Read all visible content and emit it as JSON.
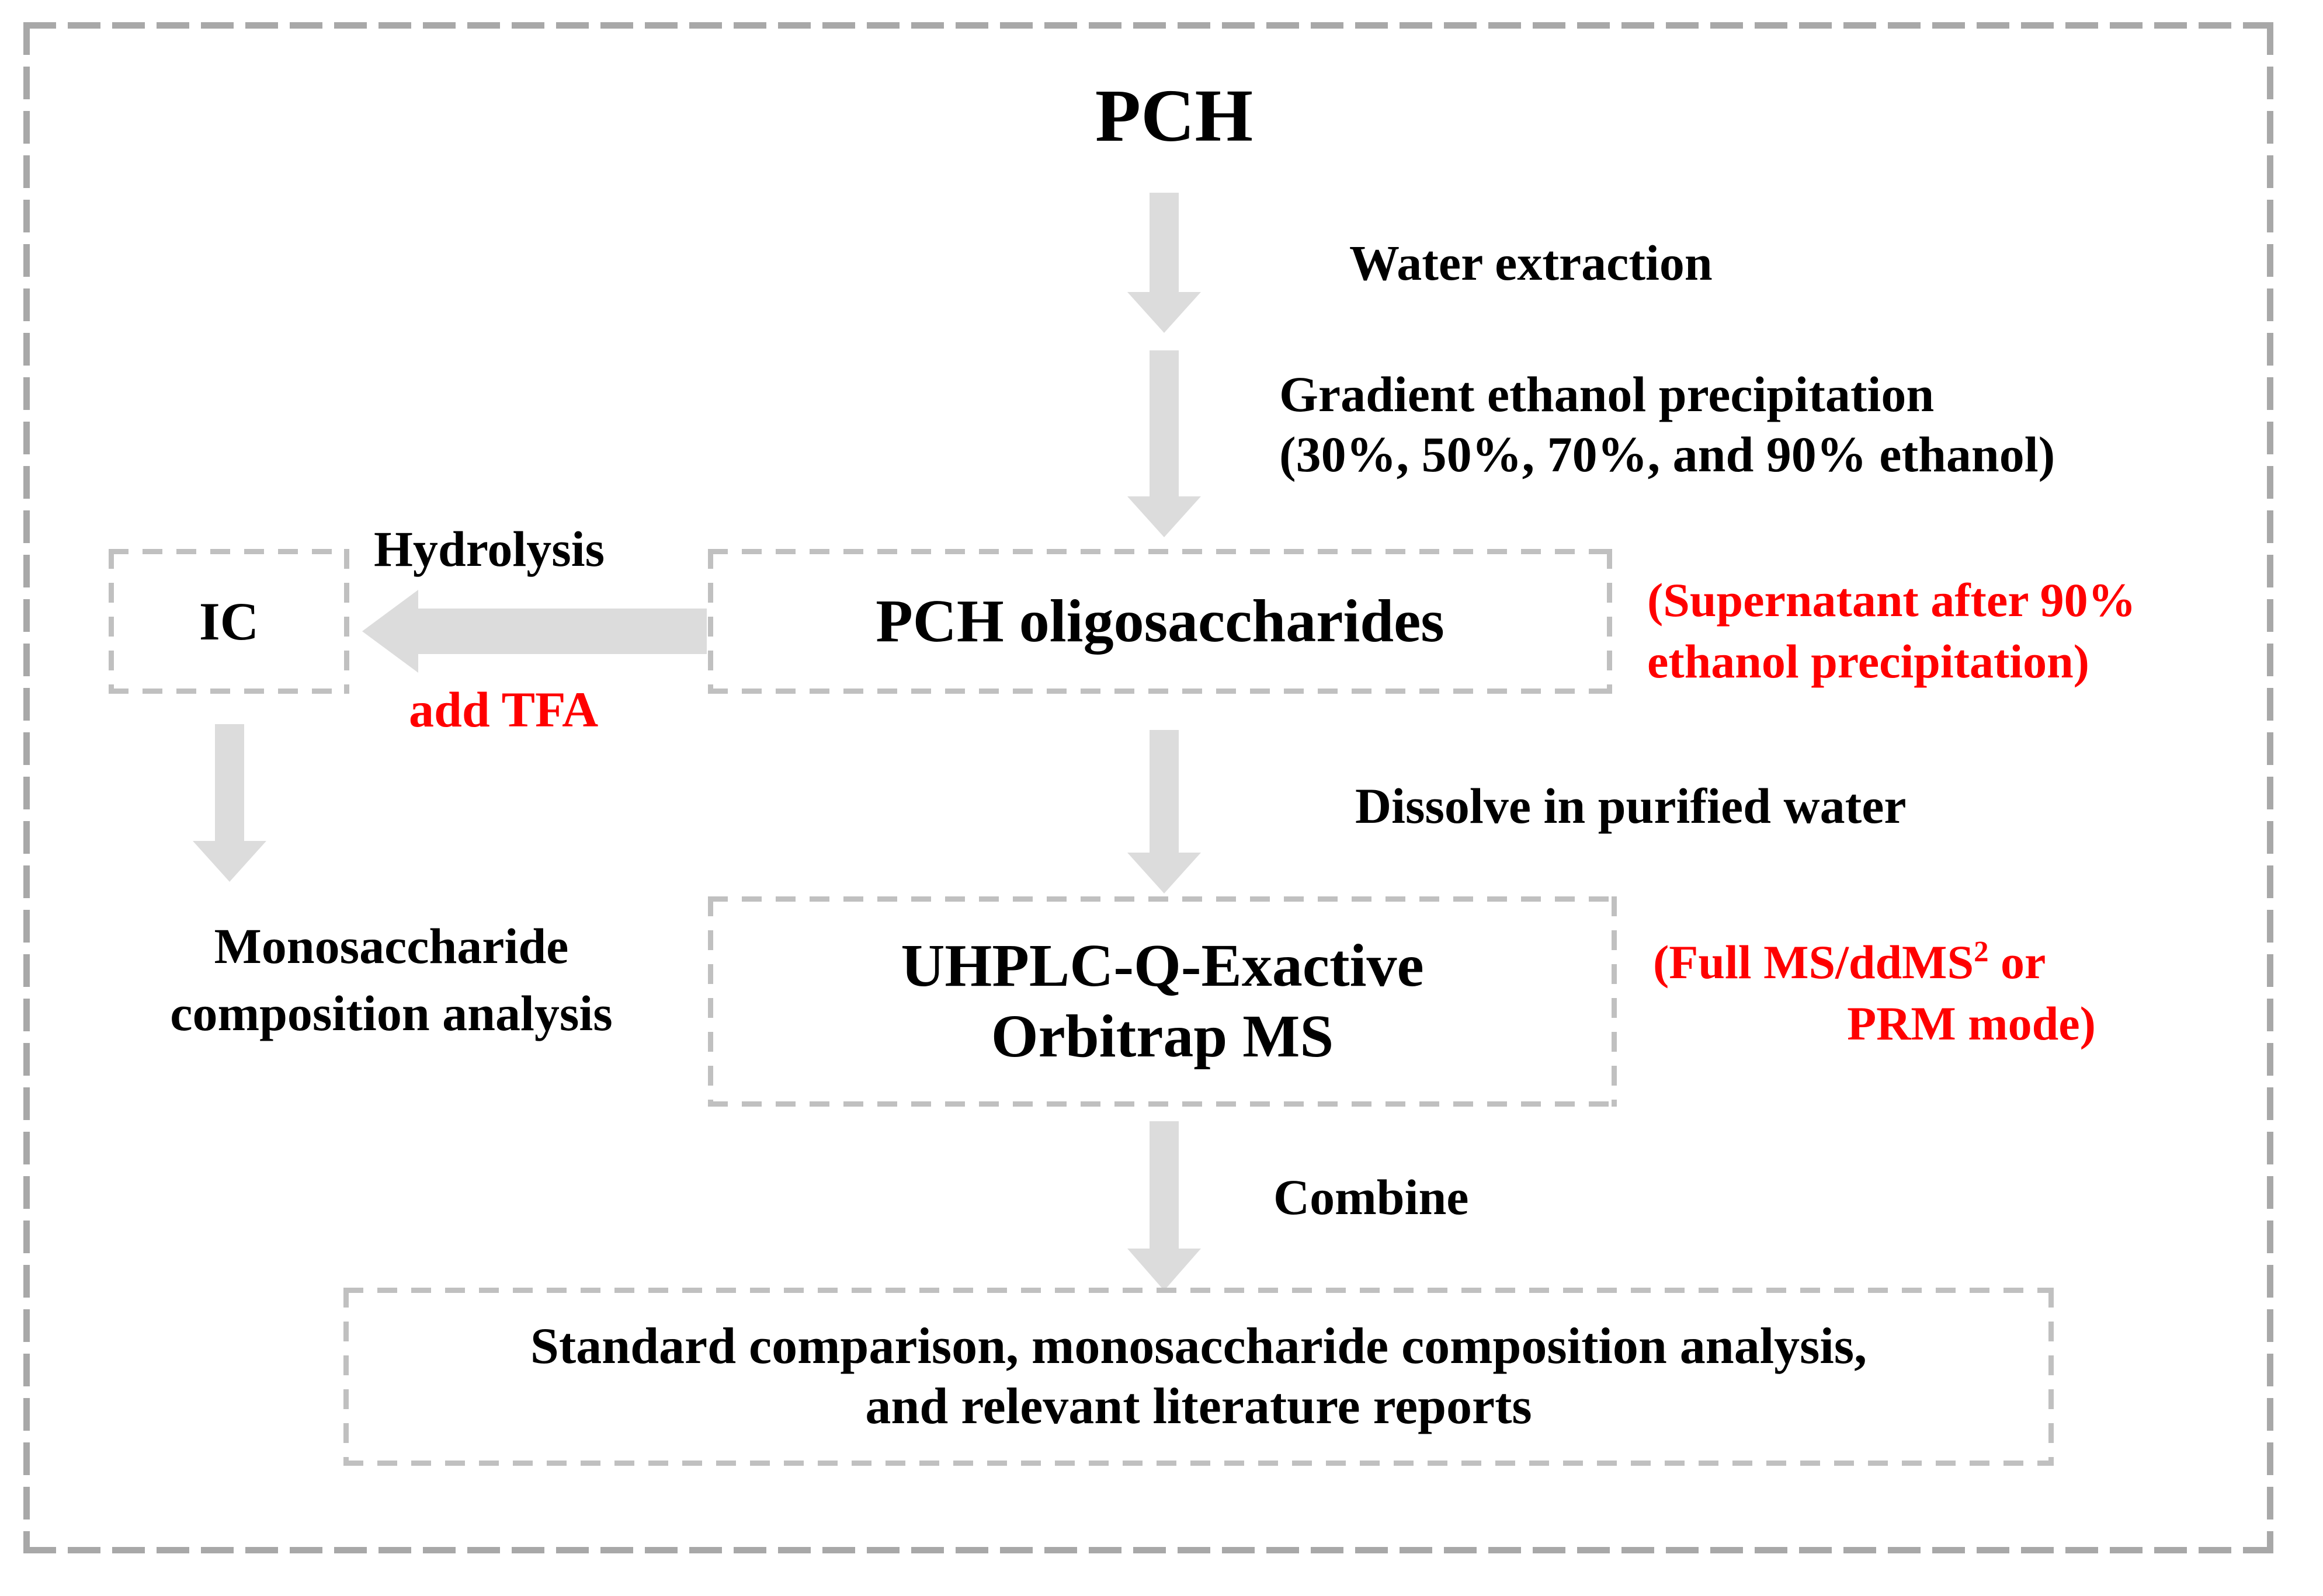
{
  "diagram": {
    "title": "PCH",
    "colors": {
      "arrow": "#DCDCDC",
      "box_border": "#C0C0C0",
      "outer_border": "#A8A8A8",
      "annotation_red": "#FF0000",
      "text_black": "#000000",
      "background": "#FFFFFF"
    },
    "nodes": {
      "root": {
        "label": "PCH"
      },
      "ic": {
        "label": "IC"
      },
      "oligosaccharides": {
        "label": "PCH oligosaccharides"
      },
      "instrument": {
        "line1": "UHPLC-Q-Exactive",
        "line2": "Orbitrap MS"
      },
      "conclusion": {
        "line1": "Standard comparison, monosaccharide composition analysis,",
        "line2": "and relevant literature reports"
      },
      "monosaccharide": {
        "line1": "Monosaccharide",
        "line2": "composition analysis"
      }
    },
    "edge_labels": {
      "water_extraction": "Water extraction",
      "gradient_precipitation_line1": "Gradient ethanol precipitation",
      "gradient_precipitation_line2": "(30%, 50%, 70%, and 90% ethanol)",
      "hydrolysis": "Hydrolysis",
      "add_tfa": "add TFA",
      "dissolve": "Dissolve in purified water",
      "combine": "Combine"
    },
    "annotations": {
      "supernatant_line1": "(Supernatant after 90%",
      "supernatant_line2": "ethanol precipitation)",
      "ms_mode_line1_pre": "(Full MS/ddMS",
      "ms_mode_line1_sup": "2",
      "ms_mode_line1_post": " or",
      "ms_mode_line2": "PRM mode)"
    }
  },
  "chart_data": {
    "type": "flowchart",
    "title": "PCH oligosaccharide extraction and characterization workflow",
    "nodes": [
      {
        "id": "root",
        "label": "PCH",
        "style": "plain-title"
      },
      {
        "id": "oligo",
        "label": "PCH oligosaccharides",
        "style": "dashed-box"
      },
      {
        "id": "ic",
        "label": "IC",
        "style": "dashed-box"
      },
      {
        "id": "ms",
        "label": "UHPLC-Q-Exactive Orbitrap MS",
        "style": "dashed-box"
      },
      {
        "id": "mono",
        "label": "Monosaccharide composition analysis",
        "style": "plain-text"
      },
      {
        "id": "conclusion",
        "label": "Standard comparison, monosaccharide composition analysis, and relevant literature reports",
        "style": "dashed-box"
      }
    ],
    "edges": [
      {
        "from": "root",
        "to": "oligo",
        "labels": [
          "Water extraction",
          "Gradient ethanol precipitation (30%, 50%, 70%, and 90% ethanol)"
        ],
        "direction": "down"
      },
      {
        "from": "oligo",
        "to": "ic",
        "labels": [
          "Hydrolysis",
          "add TFA"
        ],
        "direction": "left"
      },
      {
        "from": "ic",
        "to": "mono",
        "labels": [],
        "direction": "down"
      },
      {
        "from": "oligo",
        "to": "ms",
        "labels": [
          "Dissolve in purified water"
        ],
        "direction": "down"
      },
      {
        "from": "ms",
        "to": "conclusion",
        "labels": [
          "Combine"
        ],
        "direction": "down"
      }
    ],
    "annotations": [
      {
        "attached_to": "oligo",
        "text": "(Supernatant after 90% ethanol precipitation)",
        "color": "#FF0000"
      },
      {
        "attached_to": "ms",
        "text": "(Full MS/ddMS2 or PRM mode)",
        "color": "#FF0000"
      }
    ]
  }
}
